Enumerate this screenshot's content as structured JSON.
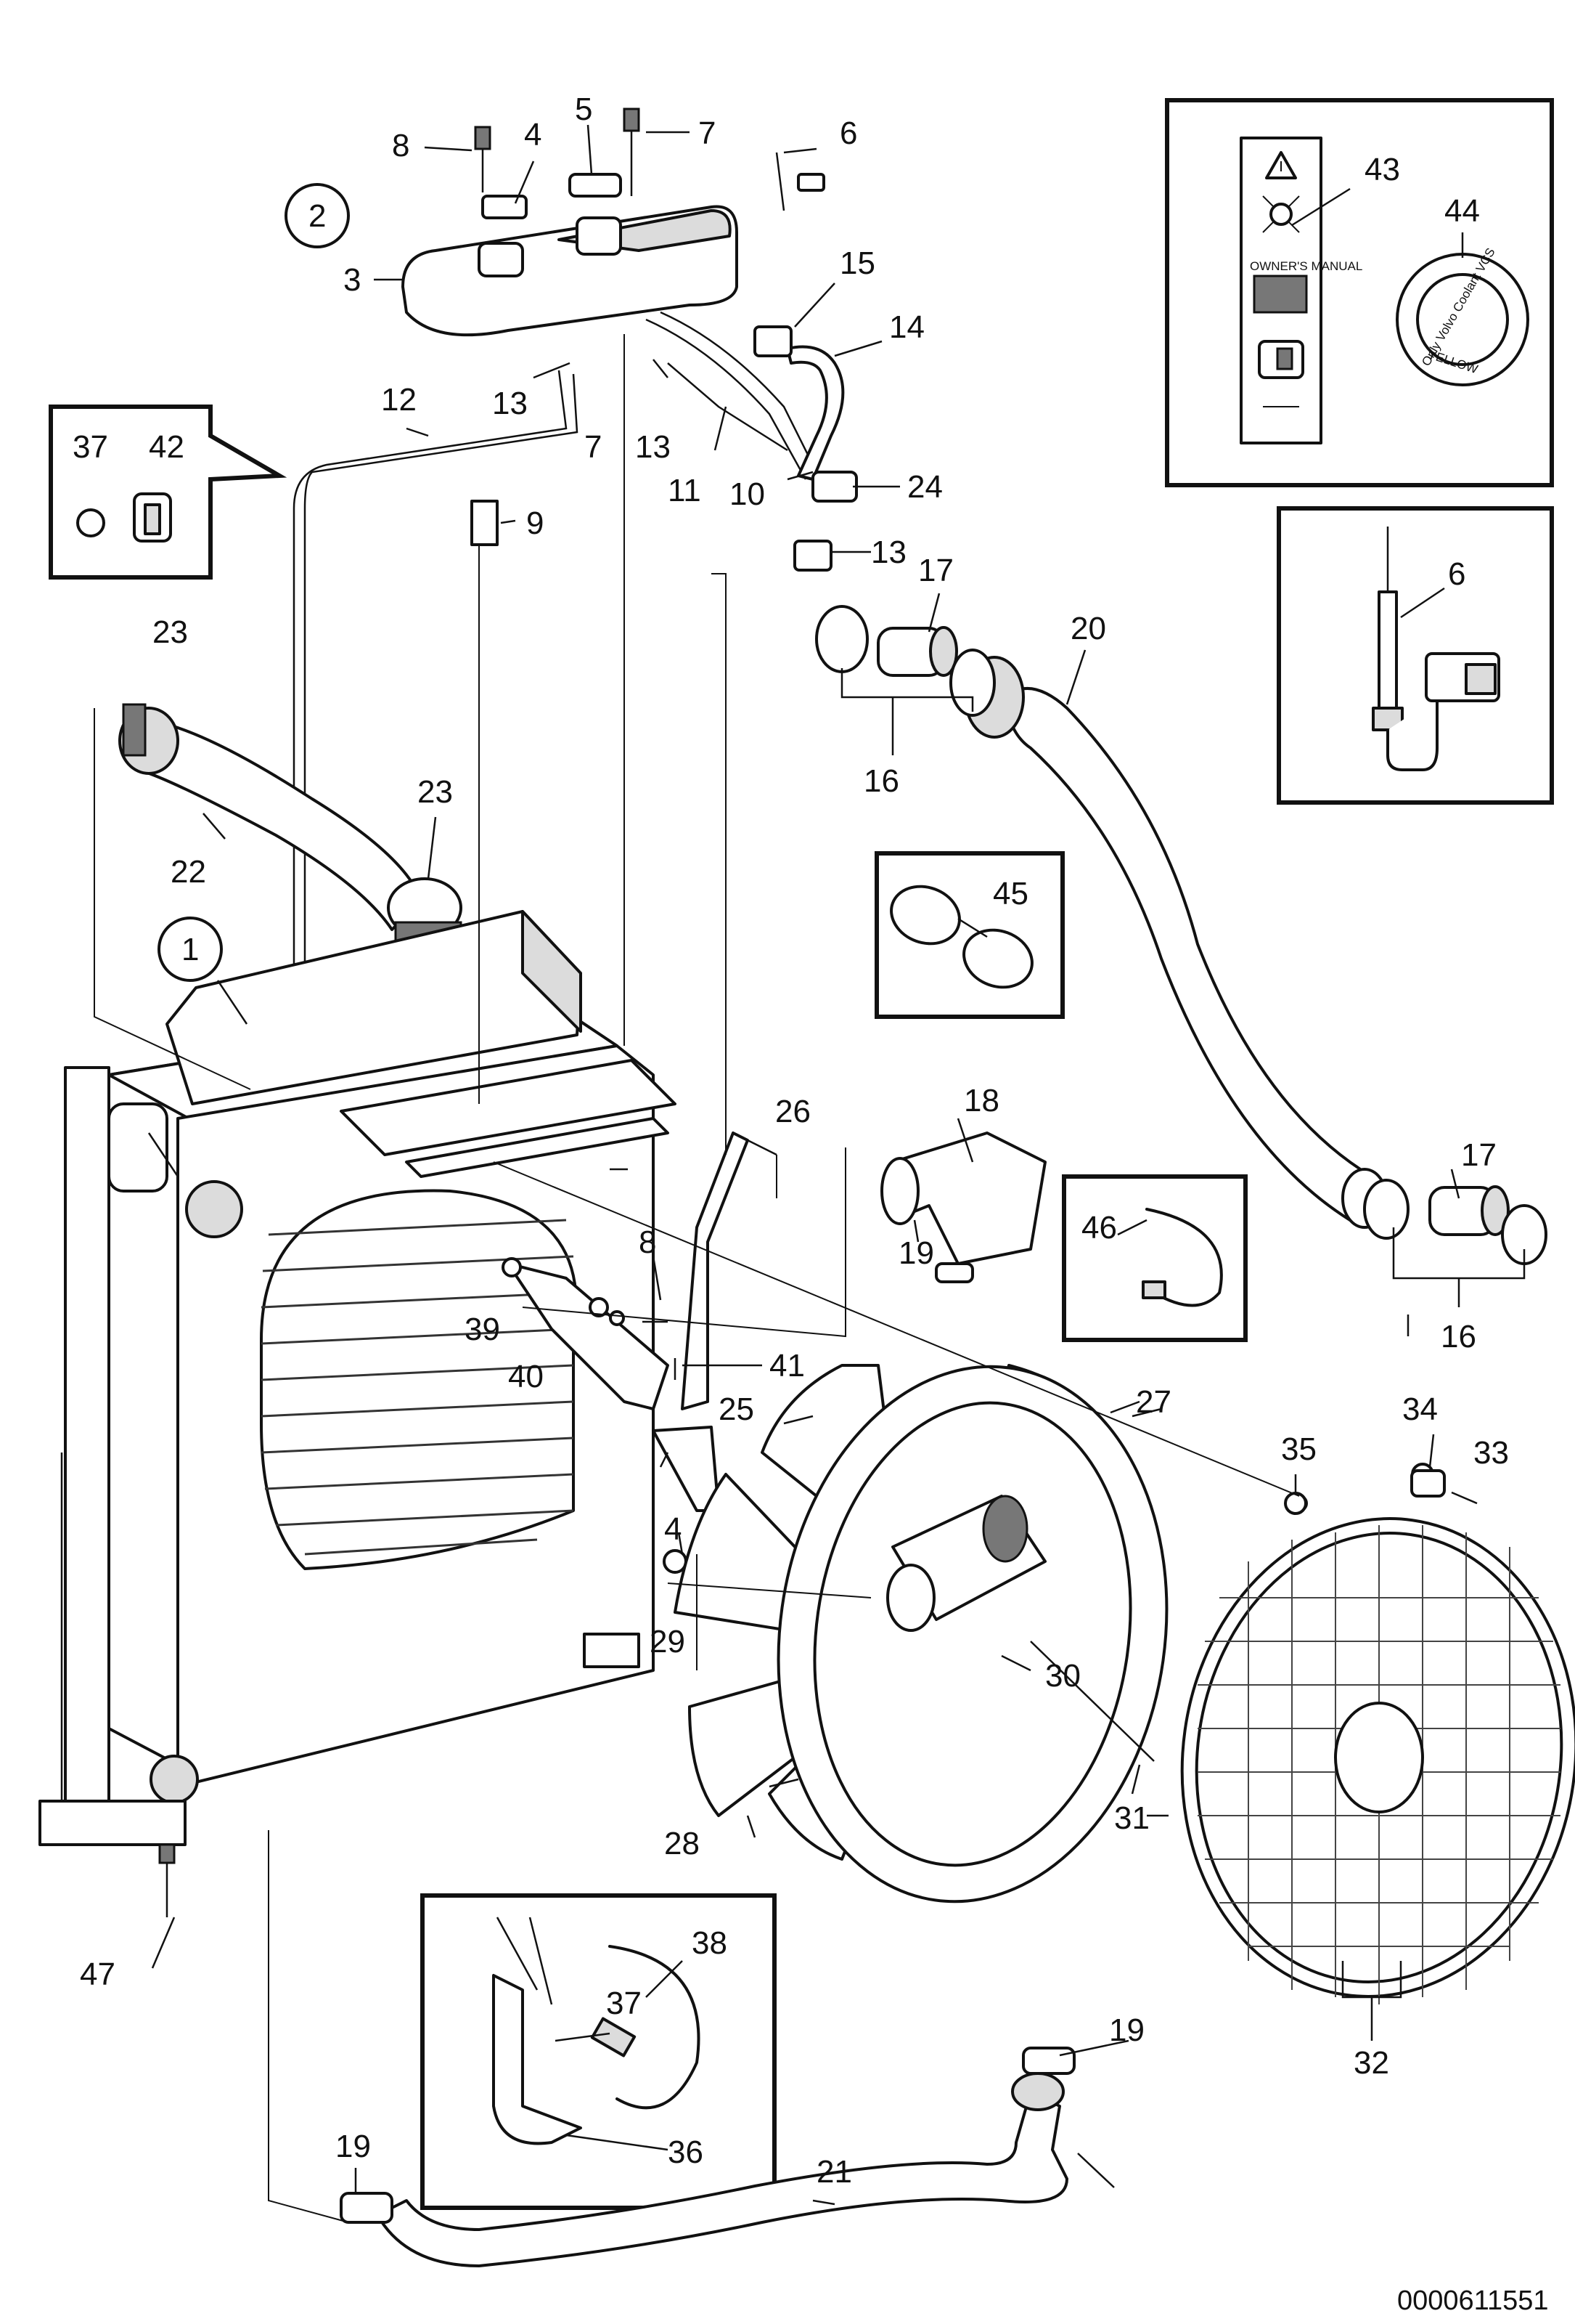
{
  "diagram": {
    "reference_number": "0000611551",
    "circled_labels": [
      "1",
      "2"
    ],
    "part_labels": [
      "3",
      "4",
      "5",
      "6",
      "7",
      "8",
      "9",
      "10",
      "11",
      "12",
      "13",
      "14",
      "15",
      "16",
      "17",
      "18",
      "19",
      "20",
      "21",
      "22",
      "23",
      "24",
      "25",
      "26",
      "27",
      "28",
      "29",
      "30",
      "31",
      "32",
      "33",
      "34",
      "35",
      "36",
      "37",
      "38",
      "39",
      "40",
      "41",
      "42",
      "43",
      "44",
      "45",
      "46",
      "47"
    ],
    "decal_text": {
      "owners_manual": "OWNER'S MANUAL",
      "coolant_ring": "Only Volvo Coolant VCS",
      "coolant_color": "YELLOW"
    }
  }
}
